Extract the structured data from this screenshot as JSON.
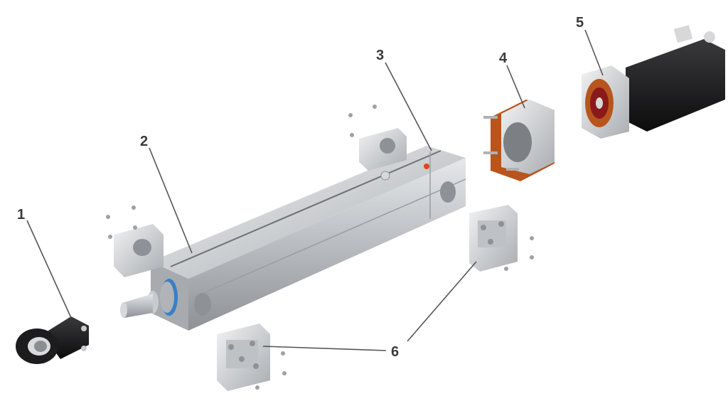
{
  "callouts": [
    {
      "number": "1"
    },
    {
      "number": "2"
    },
    {
      "number": "3"
    },
    {
      "number": "4"
    },
    {
      "number": "5"
    },
    {
      "number": "6"
    }
  ],
  "colors": {
    "aluminum": "#c4c7ca",
    "rod_end": "#1c1c1e",
    "motor": "#111111",
    "adapter_flange": "#b8551d",
    "seal_ring": "#3a7fc4",
    "marker": "#e0461c"
  }
}
